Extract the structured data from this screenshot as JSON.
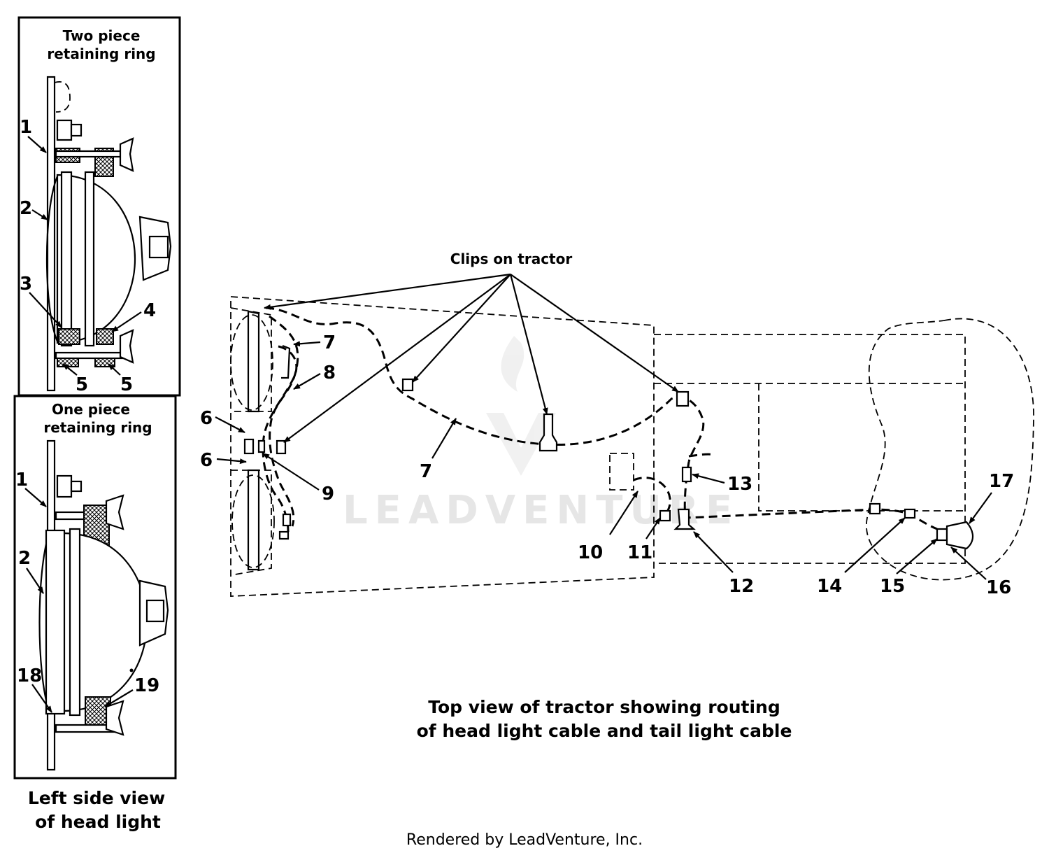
{
  "inset_top": {
    "title_line1": "Two piece",
    "title_line2": "retaining ring",
    "callouts": [
      "1",
      "2",
      "3",
      "4",
      "5",
      "5"
    ]
  },
  "inset_bottom": {
    "title_line1": "One piece",
    "title_line2": "retaining ring",
    "callouts": [
      "1",
      "2",
      "18",
      "19"
    ]
  },
  "inset_caption": {
    "line1": "Left side view",
    "line2": "of head light"
  },
  "top_view": {
    "clips_label": "Clips on tractor",
    "callouts": [
      "6",
      "6",
      "7",
      "7",
      "8",
      "9",
      "10",
      "11",
      "12",
      "13",
      "14",
      "15",
      "16",
      "17"
    ],
    "caption_line1": "Top view of tractor showing routing",
    "caption_line2": "of head light cable and tail light cable"
  },
  "watermark": "LEADVENTURE",
  "credit": "Rendered by LeadVenture, Inc."
}
